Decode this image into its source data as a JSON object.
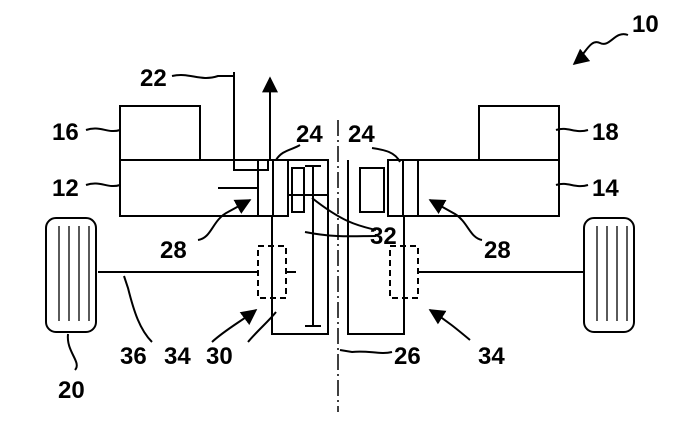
{
  "figure": {
    "labels": {
      "ref_10": "10",
      "ref_12": "12",
      "ref_14": "14",
      "ref_16": "16",
      "ref_18": "18",
      "ref_20": "20",
      "ref_22": "22",
      "ref_24_left": "24",
      "ref_24_right": "24",
      "ref_26": "26",
      "ref_28_left": "28",
      "ref_28_right": "28",
      "ref_30": "30",
      "ref_32": "32",
      "ref_34_left": "34",
      "ref_34_right": "34",
      "ref_36": "36"
    }
  }
}
